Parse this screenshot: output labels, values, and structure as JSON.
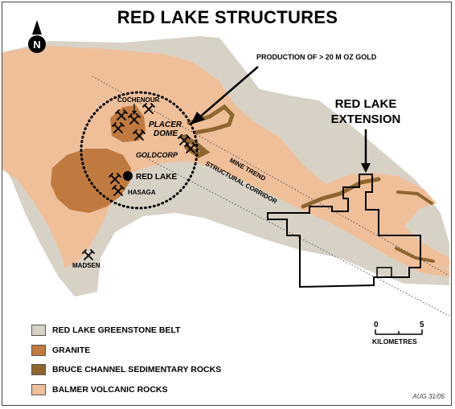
{
  "map": {
    "title": "RED LAKE STRUCTURES",
    "north_label": "N",
    "annotation_production": "PRODUCTION OF > 20 M OZ GOLD",
    "annotation_extension_line1": "RED LAKE",
    "annotation_extension_line2": "EXTENSION",
    "mine_trend_label": "MINE TREND",
    "structural_corridor_label": "STRUCTURAL CORRIDOR",
    "places": {
      "cochenour": "COCHENOUR",
      "placer": "PLACER",
      "dome": "DOME",
      "goldcorp": "GOLDCORP",
      "red_lake": "RED LAKE",
      "hasaga": "HASAGA",
      "madsen": "MADSEN"
    },
    "date_stamp": "AUG 31/05",
    "colors": {
      "greenstone": "#d8d2c6",
      "granite": "#c07a40",
      "bruce_channel": "#8f6630",
      "balmer": "#efbf9a"
    }
  },
  "legend": [
    {
      "label": "RED LAKE GREENSTONE BELT",
      "color": "#d8d2c6"
    },
    {
      "label": "GRANITE",
      "color": "#c07a40"
    },
    {
      "label": "BRUCE CHANNEL SEDIMENTARY ROCKS",
      "color": "#8f6630"
    },
    {
      "label": "BALMER VOLCANIC ROCKS",
      "color": "#efbf9a"
    }
  ],
  "scale_bar": {
    "start_label": "0",
    "end_label": "5",
    "unit_label": "KILOMETRES"
  }
}
